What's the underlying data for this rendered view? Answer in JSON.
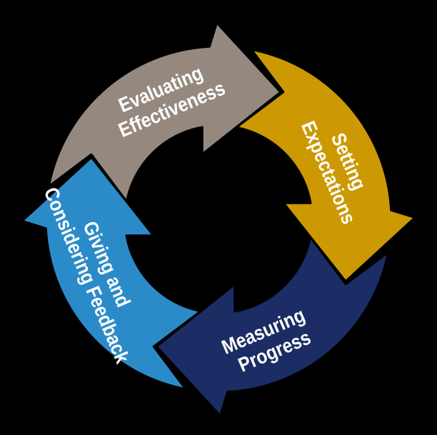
{
  "figure": {
    "background_color": "#000000",
    "outline_color": "#000000",
    "label_color": "#ffffff"
  },
  "arrows": [
    {
      "name": "evaluating-effectiveness",
      "lines": [
        "Evaluating",
        "Effectiveness"
      ],
      "color": "#95897f"
    },
    {
      "name": "setting-expectations",
      "lines": [
        "Setting",
        "Expectations"
      ],
      "color": "#cc9902"
    },
    {
      "name": "measuring-progress",
      "lines": [
        "Measuring",
        "Progress"
      ],
      "color": "#1b2d64"
    },
    {
      "name": "giving-and-considering-feedback",
      "lines": [
        "Giving and",
        "Considering Feedback"
      ],
      "color": "#2b8bc8"
    }
  ],
  "cycle_order": [
    "Evaluating Effectiveness",
    "Setting Expectations",
    "Measuring Progress",
    "Giving and Considering Feedback"
  ]
}
